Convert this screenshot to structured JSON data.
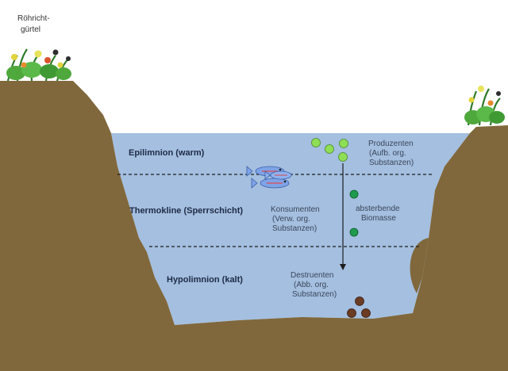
{
  "labels": {
    "reed_belt": [
      "Röhricht-",
      "gürtel"
    ],
    "epilimnion": "Epilimnion (warm)",
    "thermocline": "Thermokline (Sperrschicht)",
    "hypolimnion": "Hypolimnion (kalt)",
    "producers": [
      "Produzenten",
      "(Aufb. org.",
      "Substanzen)"
    ],
    "consumers": [
      "Konsumenten",
      "(Verw. org.",
      "Substanzen)"
    ],
    "dying_biomass": [
      "absterbende",
      "Biomasse"
    ],
    "decomposers": [
      "Destruenten",
      "(Abb. org.",
      "Substanzen)"
    ]
  },
  "colors": {
    "water": "#a4bfe0",
    "soil": "#80683c",
    "producer_dots": "#8ede56",
    "biomass_dots": "#1f9a4e",
    "decomposer_dots": "#6b3b24",
    "fish": "#7ea3e6"
  },
  "icons": [
    "reed-plant-icon",
    "fish-icon"
  ]
}
